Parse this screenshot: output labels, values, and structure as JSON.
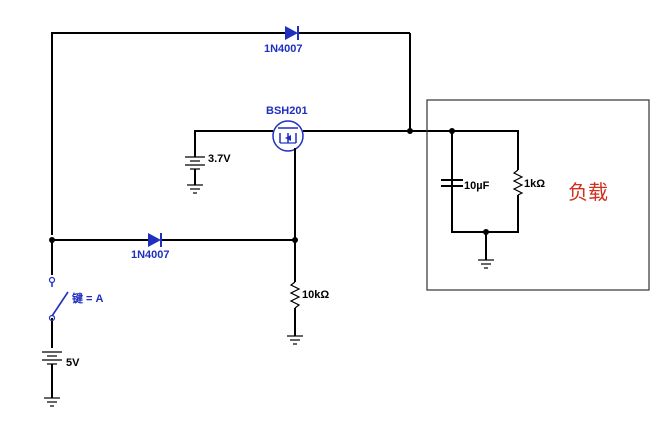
{
  "diagram": {
    "components": {
      "diode_top": {
        "label": "1N4007",
        "color": "#1f2fc0"
      },
      "diode_mid": {
        "label": "1N4007",
        "color": "#1f2fc0"
      },
      "mosfet": {
        "label": "BSH201",
        "color": "#1f2fc0"
      },
      "battery_gate": {
        "label": "3.7V"
      },
      "battery_main": {
        "label": "5V"
      },
      "switch": {
        "label": "键 = A"
      },
      "resistor_pulldown": {
        "label": "10kΩ"
      },
      "capacitor_load": {
        "label": "10µF"
      },
      "resistor_load": {
        "label": "1kΩ"
      },
      "load_box": {
        "label": "负载",
        "color": "#d23020"
      }
    }
  }
}
